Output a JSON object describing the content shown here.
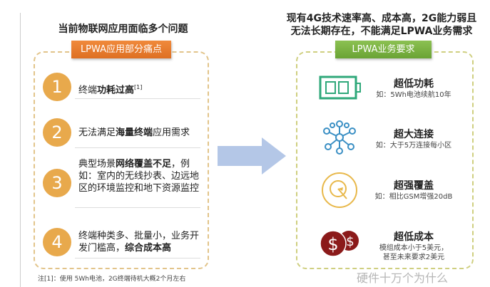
{
  "left": {
    "title": "当前物联网应用面临多个问题",
    "badge": "LPWA应用部分痛点",
    "items": [
      {
        "num": "1",
        "pre": "终端",
        "bold": "功耗过高",
        "post": "",
        "sup": "[1]"
      },
      {
        "num": "2",
        "pre": "无法满足",
        "bold": "海量终端",
        "post": "应用需求",
        "sup": ""
      },
      {
        "num": "3",
        "pre": "典型场景",
        "bold": "网络覆盖不足",
        "post": "，例如：室内的无线抄表、边远地区的环境监控和地下资源监控",
        "sup": ""
      },
      {
        "num": "4",
        "pre": "终端种类多、批量小，业务开发门槛高，",
        "bold": "综合成本高",
        "post": "",
        "sup": ""
      }
    ]
  },
  "footnote": "注[1]：使用 5Wh电池，2G终端待机大概2个月左右",
  "right": {
    "title_line1": "现有4G技术速率高、成本高，2G能力弱且",
    "title_line2": "无法长期存在，不能满足LPWA业务需求",
    "badge": "LPWA业务要求",
    "items": [
      {
        "icon": "battery-icon",
        "title": "超低功耗",
        "desc": "如：5Wh电池续航10年"
      },
      {
        "icon": "network-icon",
        "title": "超大连接",
        "desc": "如：大于5万连接每小区"
      },
      {
        "icon": "coverage-icon",
        "title": "超强覆盖",
        "desc": "如：相比GSM增强20dB"
      },
      {
        "icon": "dollar-icon",
        "title": "超低成本",
        "desc": "模组成本小于5美元，",
        "desc2": "甚至未来要求2美元"
      }
    ]
  },
  "watermark": "硬件十万个为什么",
  "colors": {
    "orange": "#e8a94c",
    "green": "#7cb342",
    "arrow": "#b4c7e7"
  }
}
